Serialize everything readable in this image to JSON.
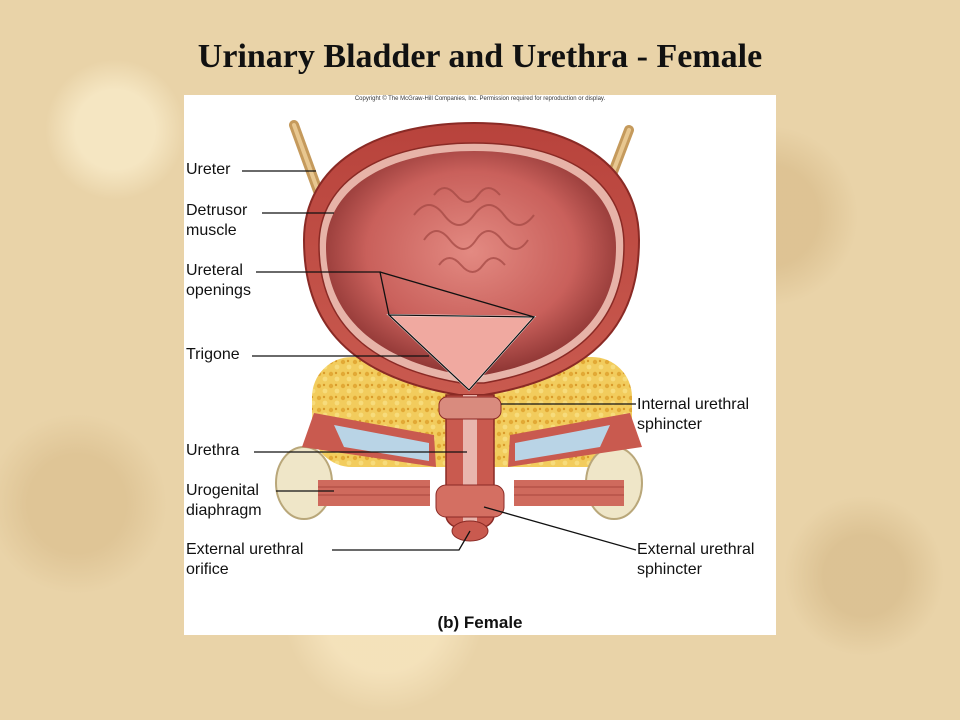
{
  "title": "Urinary Bladder and Urethra - Female",
  "copyright": "Copyright © The McGraw-Hill Companies, Inc. Permission required for reproduction or display.",
  "labels": {
    "ureter": "Ureter",
    "detrusor": "Detrusor\nmuscle",
    "ureteral_openings": "Ureteral\nopenings",
    "trigone": "Trigone",
    "urethra": "Urethra",
    "urogenital": "Urogenital\ndiaphragm",
    "external_orifice": "External urethral\norifice",
    "internal_sphincter": "Internal urethral\nsphincter",
    "external_sphincter": "External urethral\nsphincter"
  },
  "caption": "(b) Female"
}
